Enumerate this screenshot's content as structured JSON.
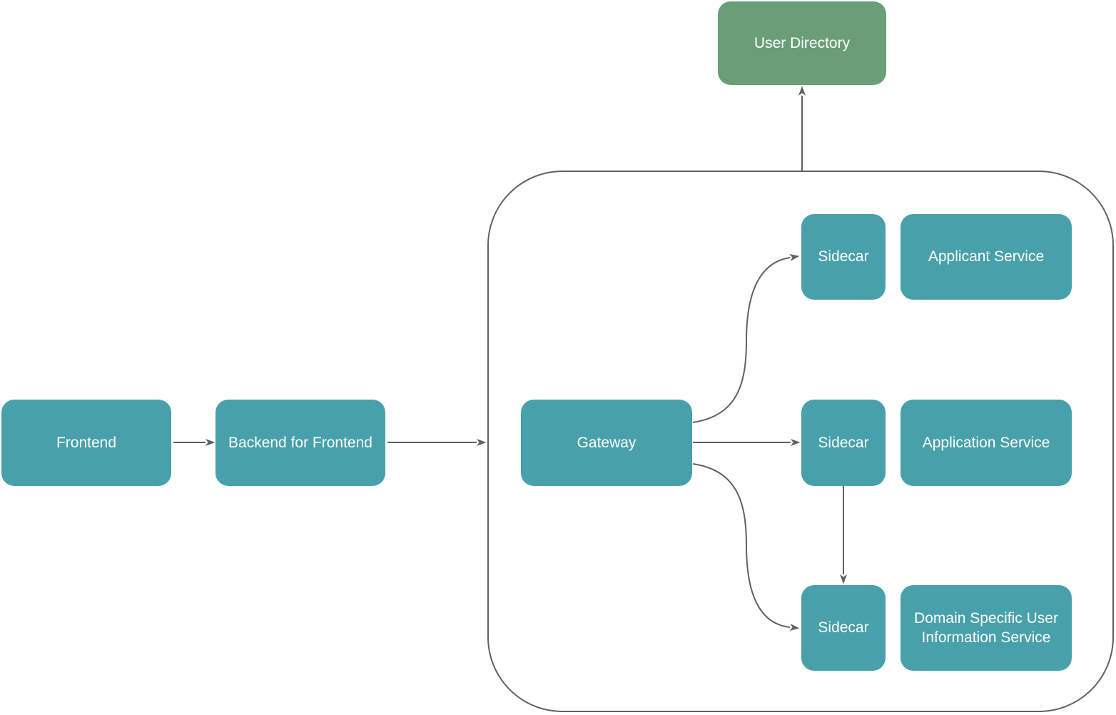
{
  "colors": {
    "node_fill": "#48A1AA",
    "user_directory_fill": "#699E77",
    "line": "#616161",
    "text": "#FFFFFF",
    "background": "#FFFFFF"
  },
  "nodes": {
    "user_directory": {
      "label": "User Directory"
    },
    "frontend": {
      "label": "Frontend"
    },
    "backend_for_frontend": {
      "label": "Backend for Frontend"
    },
    "gateway": {
      "label": "Gateway"
    },
    "sidecar_top": {
      "label": "Sidecar"
    },
    "applicant_service": {
      "label": "Applicant Service"
    },
    "sidecar_mid": {
      "label": "Sidecar"
    },
    "application_service": {
      "label": "Application Service"
    },
    "sidecar_bottom": {
      "label": "Sidecar"
    },
    "domain_service": {
      "label": "Domain Specific User Information Service"
    }
  },
  "edges": [
    {
      "from": "Frontend",
      "to": "Backend for Frontend"
    },
    {
      "from": "Backend for Frontend",
      "to": "service boundary"
    },
    {
      "from": "Gateway",
      "to": "Sidecar (top)"
    },
    {
      "from": "Gateway",
      "to": "Sidecar (middle)"
    },
    {
      "from": "Gateway",
      "to": "Sidecar (bottom)"
    },
    {
      "from": "Sidecar (middle)",
      "to": "Sidecar (bottom)"
    },
    {
      "from": "service boundary",
      "to": "User Directory"
    }
  ]
}
